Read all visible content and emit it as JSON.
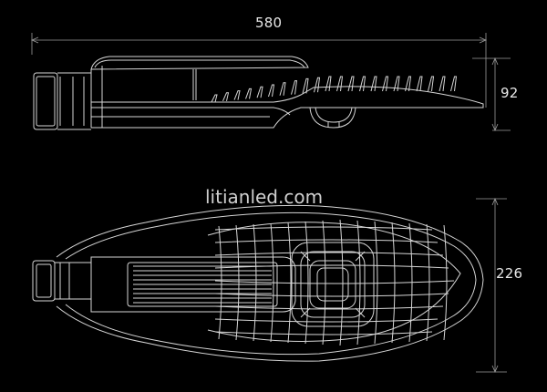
{
  "dimensions": {
    "length": "580",
    "side_height": "92",
    "top_width": "226"
  },
  "watermark": "litianled.com",
  "colors": {
    "background": "#000000",
    "line": "#d9d9d9",
    "dim_line": "#9a9a9a"
  }
}
